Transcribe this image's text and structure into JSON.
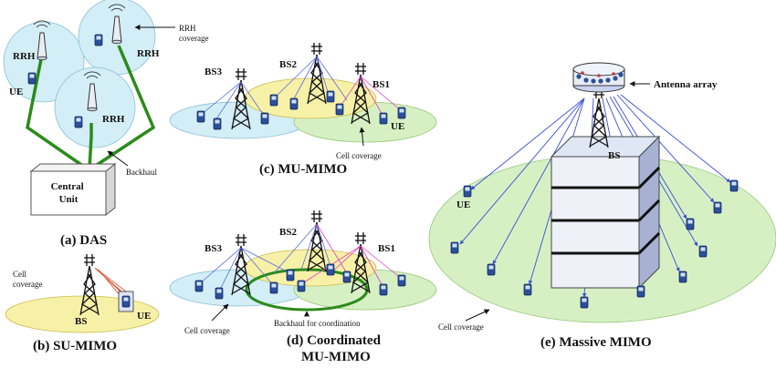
{
  "das": {
    "rrh_label": "RRH",
    "rrh_coverage_label": "RRH\ncoverage",
    "ue_label": "UE",
    "central_unit_label": "Central\nUnit",
    "backhaul_label": "Backhaul",
    "caption": "(a) DAS"
  },
  "su_mimo": {
    "cell_coverage_label": "Cell\ncoverage",
    "bs_label": "BS",
    "ue_label": "UE",
    "caption": "(b) SU-MIMO"
  },
  "mu_mimo": {
    "bs1_label": "BS1",
    "bs2_label": "BS2",
    "bs3_label": "BS3",
    "ue_label": "UE",
    "cell_coverage_label": "Cell coverage",
    "caption": "(c) MU-MIMO"
  },
  "coord_mu_mimo": {
    "bs1_label": "BS1",
    "bs2_label": "BS2",
    "bs3_label": "BS3",
    "cell_coverage_label": "Cell coverage",
    "backhaul_label": "Backhaul for coordination",
    "caption_line1": "(d) Coordinated",
    "caption_line2": "MU-MIMO"
  },
  "massive_mimo": {
    "antenna_array_label": "Antenna array",
    "bs_label": "BS",
    "ue_label": "UE",
    "cell_coverage_label": "Cell coverage",
    "caption": "(e) Massive MIMO"
  },
  "colors": {
    "coverage_blue": "#d3eef6",
    "coverage_green": "#d6f0c4",
    "coverage_yellow": "#f7f1a8",
    "backhaul_green": "#2c8a1c",
    "beam_blue": "#5a6de0",
    "beam_pink": "#e040c0",
    "ue_blue": "#2b4f9a"
  },
  "icons": [
    "tower-icon",
    "rrh-antenna-icon",
    "ue-phone-icon",
    "antenna-array-icon",
    "building-icon"
  ]
}
